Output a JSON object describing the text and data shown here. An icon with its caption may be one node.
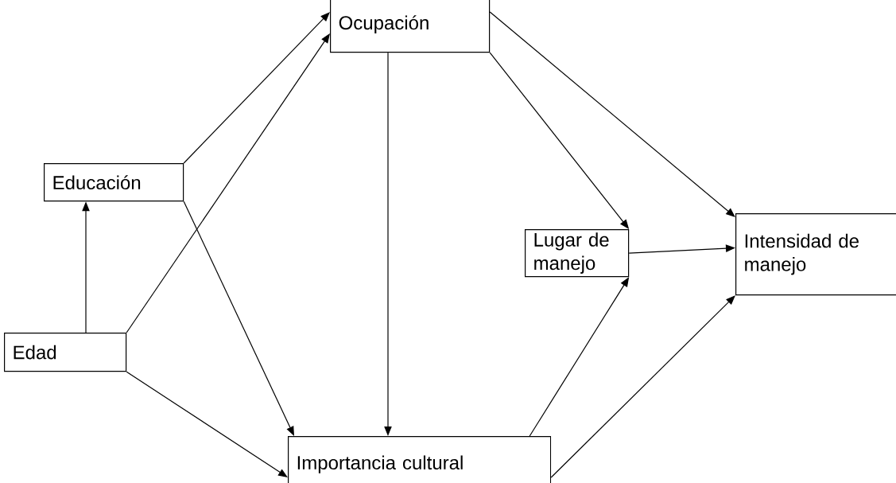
{
  "diagram": {
    "nodes": [
      {
        "text": [
          "Ocupación"
        ]
      },
      {
        "text": [
          "Educación"
        ]
      },
      {
        "text": [
          "Edad"
        ]
      },
      {
        "text": [
          "Lugar de manejo"
        ]
      },
      {
        "text": [
          "Intensidad de manejo"
        ]
      },
      {
        "text": [
          "Importancia cultural"
        ]
      }
    ],
    "edges": [
      {
        "from": 2,
        "to": 1,
        "arrow": "to"
      },
      {
        "from": 1,
        "to": 0,
        "arrow": "to"
      },
      {
        "from": 2,
        "to": 0,
        "arrow": "to"
      },
      {
        "from": 1,
        "to": 5,
        "arrow": "to"
      },
      {
        "from": 2,
        "to": 5,
        "arrow": "to"
      },
      {
        "from": 0,
        "to": 5,
        "arrow": "to"
      },
      {
        "from": 0,
        "to": 3,
        "arrow": "to"
      },
      {
        "from": 0,
        "to": 4,
        "arrow": "to"
      },
      {
        "from": 3,
        "to": 4,
        "arrow": "to"
      },
      {
        "from": 5,
        "to": 3,
        "arrow": "to"
      },
      {
        "from": 5,
        "to": 4,
        "arrow": "to"
      }
    ]
  }
}
